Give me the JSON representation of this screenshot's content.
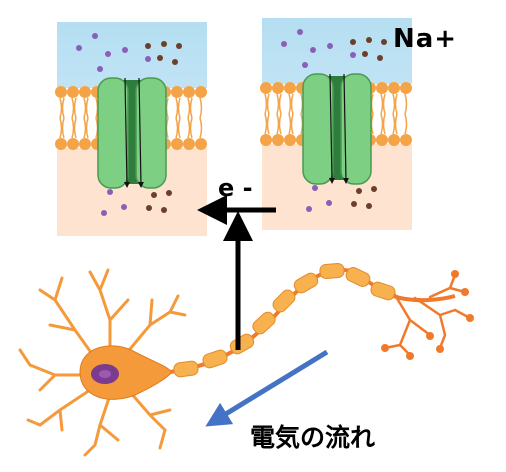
{
  "labels": {
    "sodium_ion": "Na+",
    "electron": "e -",
    "current_flow": "電気の流れ"
  },
  "colors": {
    "extracellular": "#c6e6f5",
    "intracellular": "#fde3d0",
    "membrane": "#f4a447",
    "channel": "#7ccf83",
    "channel_pore": "#2f7d3c",
    "ion_purple": "#8a5fb8",
    "ion_brown": "#6b3f2a",
    "neuron": "#f59a3b",
    "nucleus": "#7b3b8f",
    "flow_arrow": "#4472c4"
  }
}
